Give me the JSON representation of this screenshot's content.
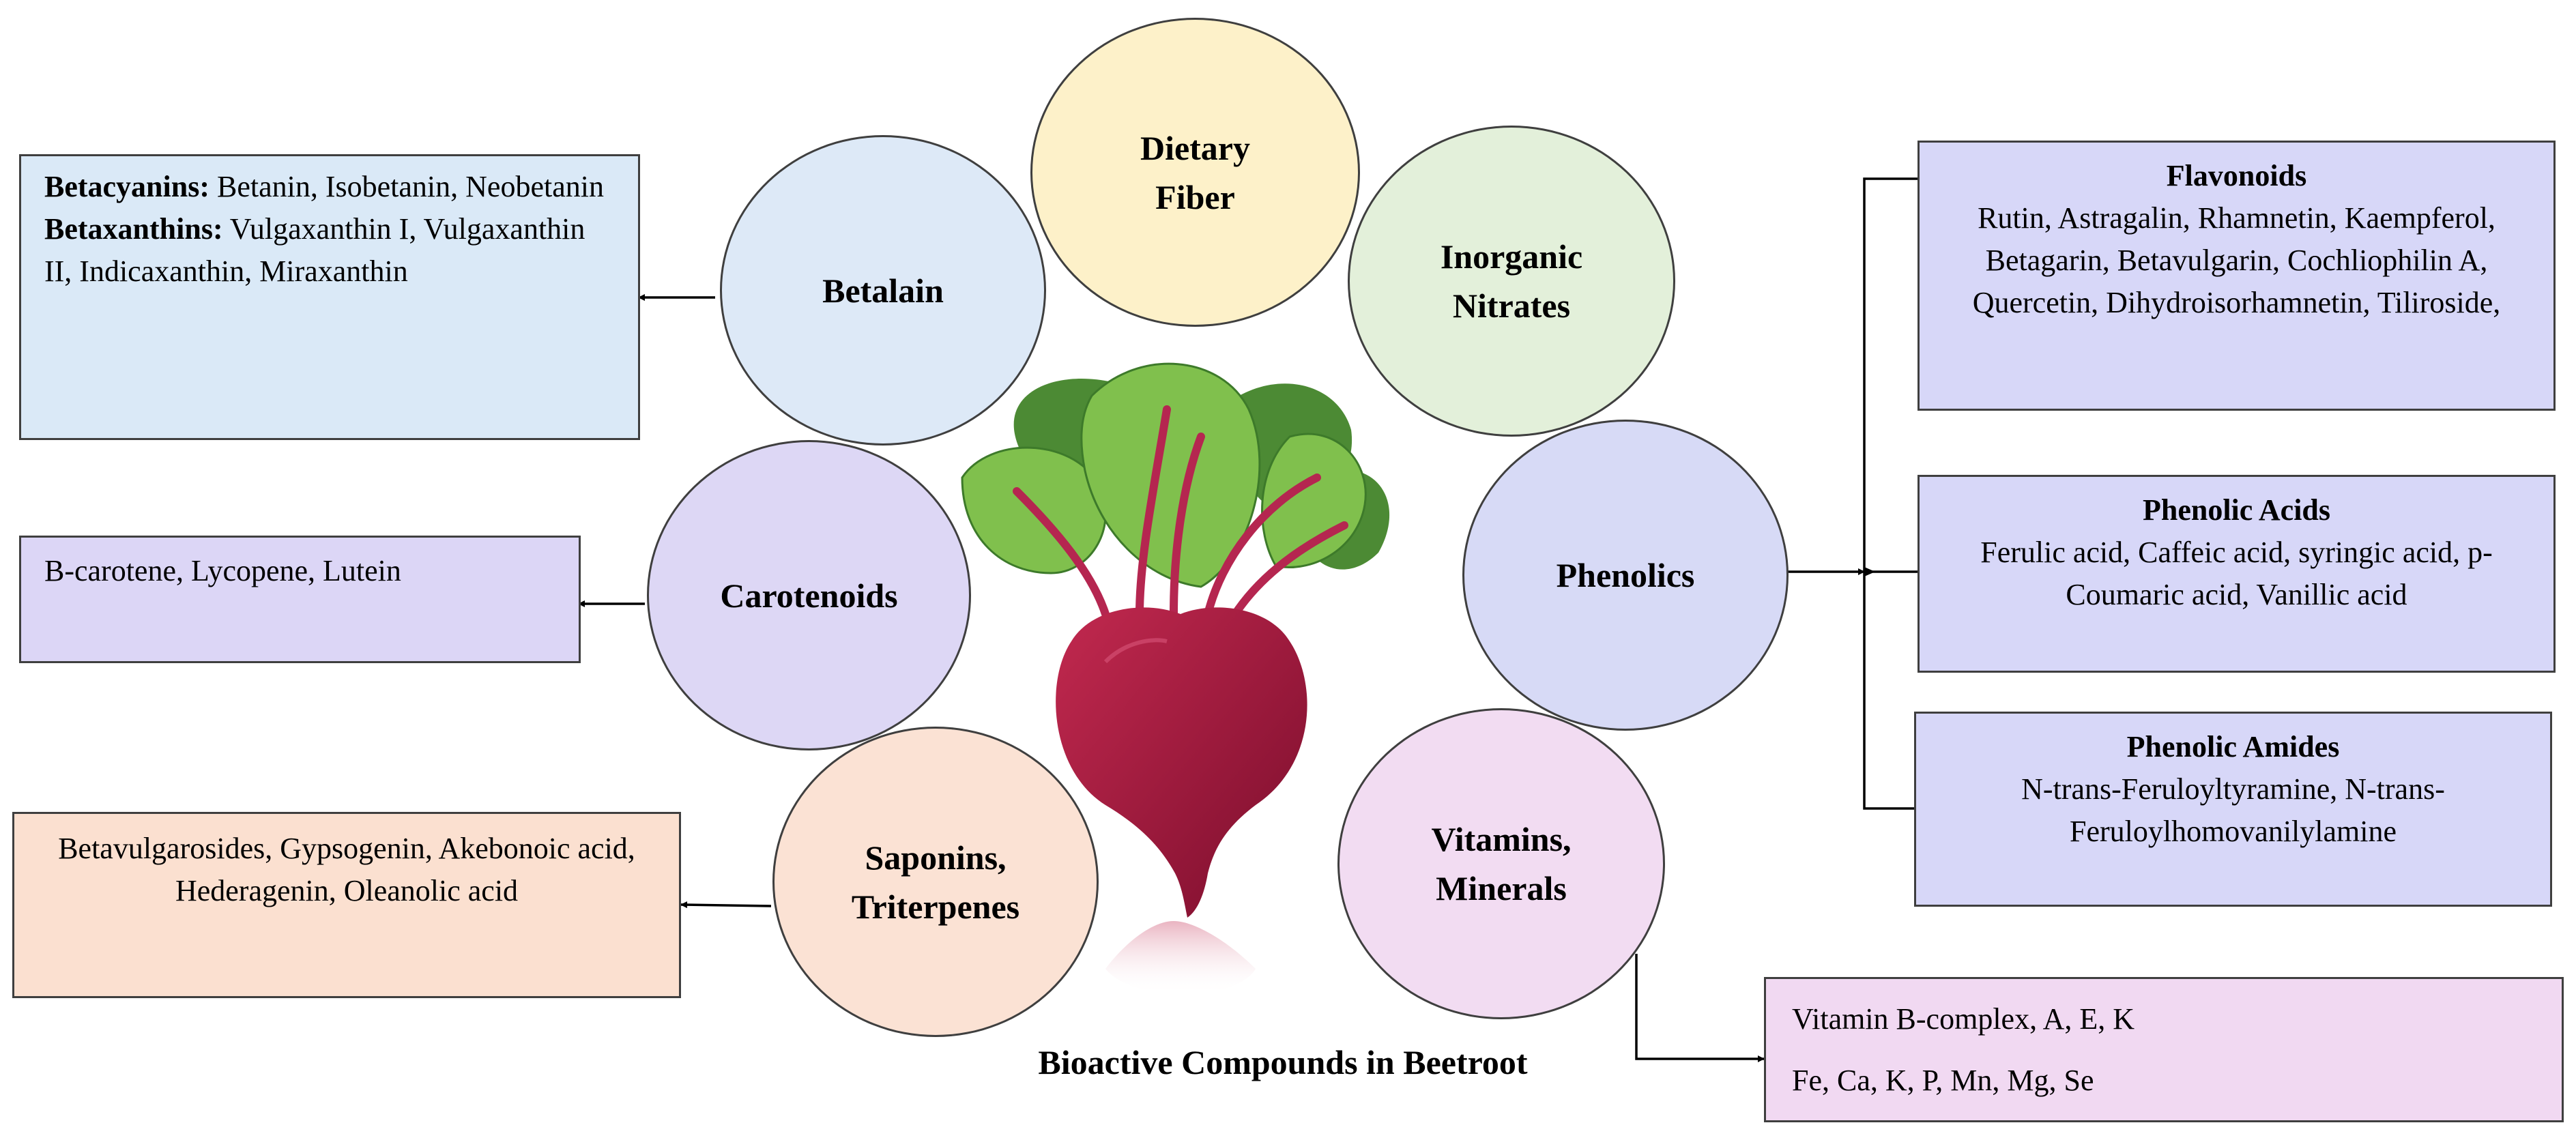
{
  "circles": {
    "dietary_fiber": "Dietary Fiber",
    "betalain": "Betalain",
    "inorganic_nitrates": "Inorganic Nitrates",
    "carotenoids": "Carotenoids",
    "phenolics": "Phenolics",
    "saponins": "Saponins, Triterpenes",
    "vitamins": "Vitamins, Minerals"
  },
  "boxes": {
    "betalain": {
      "betacyanins_label": "Betacyanins:",
      "betacyanins_text": " Betanin, Isobetanin, Neobetanin",
      "betaxanthins_label": "Betaxanthins:",
      "betaxanthins_text": " Vulgaxanthin I, Vulgaxanthin II, Indicaxanthin, Miraxanthin"
    },
    "carotenoids": "B-carotene, Lycopene, Lutein",
    "saponins": "Betavulgarosides, Gypsogenin, Akebonoic acid, Hederagenin, Oleanolic acid",
    "flavonoids": {
      "title": "Flavonoids",
      "text": "Rutin, Astragalin, Rhamnetin, Kaempferol, Betagarin, Betavulgarin, Cochliophilin A, Quercetin, Dihydroisorhamnetin, Tiliroside,"
    },
    "phenolic_acids": {
      "title": "Phenolic Acids",
      "text": "Ferulic acid, Caffeic acid, syringic acid, p-Coumaric acid, Vanillic acid"
    },
    "phenolic_amides": {
      "title": "Phenolic Amides",
      "text": "N-trans-Feruloyltyramine, N-trans-Feruloylhomovanilylamine"
    },
    "vitamins": {
      "line1": "Vitamin B-complex, A, E, K",
      "line2": "Fe, Ca, K, P, Mn, Mg, Se"
    }
  },
  "caption": "Bioactive Compounds in Beetroot",
  "colors": {
    "dietary_fiber": "#fdf1c9",
    "inorganic_nitrates": "#e3f0da",
    "betalain": "#dde9f7",
    "carotenoids": "#ddd7f5",
    "phenolics": "#d7daf6",
    "saponins": "#fbe2d4",
    "vitamins": "#f2dcf2",
    "box_betalain": "#dae9f7",
    "box_purple": "#dcd6f6",
    "box_saponins": "#fbe0d0",
    "box_vitamins": "#f1d9f2",
    "beet": "#a3173f",
    "leaf": "#7fbd4a"
  }
}
